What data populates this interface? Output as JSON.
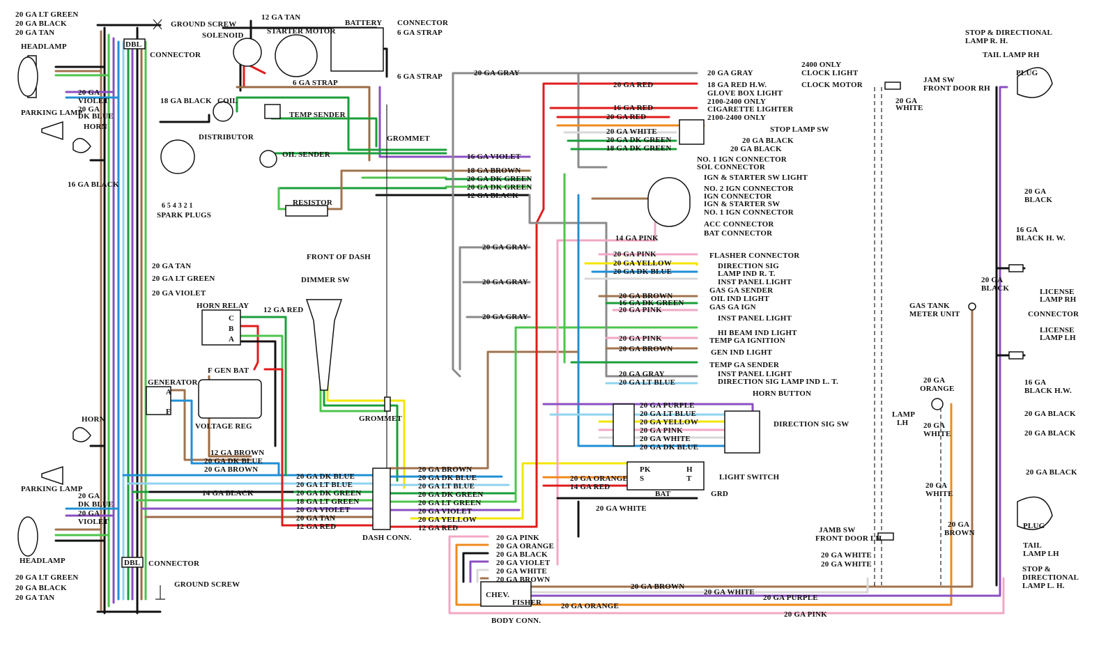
{
  "colors": {
    "black": "#111111",
    "red": "#e01b1b",
    "lt_green": "#4cc44c",
    "dk_green": "#1a9e3a",
    "dk_blue": "#1f8fd6",
    "lt_blue": "#8fd3ef",
    "violet": "#8a4fc2",
    "purple": "#8a4fc2",
    "tan": "#9b6b45",
    "brown": "#a0734e",
    "pink": "#f2a7c4",
    "yellow": "#f2e600",
    "orange": "#f08a1c",
    "gray": "#8a8a8a",
    "white": "#d8d8d8"
  },
  "components": {
    "headlamp_top": "HEADLAMP",
    "parking_lamp_top": "PARKING LAMP",
    "horn_top": "HORN",
    "dbl_top": "DBL",
    "connector_top": "CONNECTOR",
    "ground_screw_top": "GROUND SCREW",
    "solenoid": "SOLENOID",
    "starter_motor": "STARTER MOTOR",
    "battery": "BATTERY",
    "connector_batt": "CONNECTOR",
    "coil": "COIL",
    "distributor": "DISTRIBUTOR",
    "spark_plugs": "SPARK PLUGS",
    "spark_numbers": "6  5  4  3  2  1",
    "temp_sender": "TEMP SENDER",
    "oil_sender": "OIL SENDER",
    "resistor": "RESISTOR",
    "grommet_top": "GROMMET",
    "front_of_dash": "FRONT OF DASH",
    "dimmer_sw": "DIMMER SW",
    "horn_relay": "HORN RELAY",
    "relay_c": "C",
    "relay_b": "B",
    "relay_a": "A",
    "generator": "GENERATOR",
    "gen_a": "A",
    "gen_f": "F",
    "reg_terms": "F  GEN BAT",
    "voltage_reg": "VOLTAGE REG",
    "horn_bottom": "HORN",
    "parking_lamp_bottom": "PARKING LAMP",
    "headlamp_bottom": "HEADLAMP",
    "dbl_bottom": "DBL",
    "connector_bottom": "CONNECTOR",
    "ground_screw_bottom": "GROUND SCREW",
    "grommet_mid": "GROMMET",
    "dash_conn": "DASH CONN.",
    "light_switch": "LIGHT SWITCH",
    "ls_pk": "PK",
    "ls_s": "S",
    "ls_h": "H",
    "ls_t": "T",
    "ls_bat": "BAT",
    "ls_grd": "GRD",
    "direction_sig_sw": "DIRECTION SIG SW",
    "horn_button": "HORN BUTTON",
    "body_conn": "BODY CONN.",
    "chev": "CHEV.",
    "fisher": "FISHER",
    "stop_dir_rh": "STOP & DIRECTIONAL",
    "lamp_rh": "LAMP R. H.",
    "tail_lamp_rh": "TAIL LAMP RH",
    "plug_top": "PLUG",
    "jam_sw": "JAM SW",
    "front_door_rh": "FRONT DOOR RH",
    "license_lamp_rh_1": "LICENSE",
    "license_lamp_rh_2": "LAMP RH",
    "connector_right": "CONNECTOR",
    "license_lamp_lh_1": "LICENSE",
    "license_lamp_lh_2": "LAMP LH",
    "gas_tank_1": "GAS TANK",
    "gas_tank_2": "METER UNIT",
    "lamp_lh_1": "LAMP",
    "lamp_lh_2": "LH",
    "jamb_sw": "JAMB SW",
    "front_door_lh": "FRONT DOOR LH",
    "plug_bottom": "PLUG",
    "tail_lamp_lh_1": "TAIL",
    "tail_lamp_lh_2": "LAMP LH",
    "stop_dir_lh_1": "STOP &",
    "stop_dir_lh_2": "DIRECTIONAL",
    "stop_dir_lh_3": "LAMP L. H."
  },
  "wire_labels": {
    "tl_lt_green": "20 GA LT GREEN",
    "tl_black": "20 GA BLACK",
    "tl_tan": "20 GA TAN",
    "pk_violet_1": "20 GA",
    "pk_violet_2": "VIOLET",
    "pk_dkblue_1": "20 GA",
    "pk_dkblue_2": "DK BLUE",
    "horn_black": "16 GA BLACK",
    "coil_black": "18 GA BLACK",
    "batt_tan": "12 GA TAN",
    "strap1": "6 GA STRAP",
    "strap2": "6 GA STRAP",
    "strap3": "6 GA STRAP",
    "grommet_violet": "16 GA VIOLET",
    "grommet_brown": "18 GA BROWN",
    "grommet_dkgreen1": "20 GA DK GREEN",
    "grommet_dkgreen2": "20 GA DK GREEN",
    "grommet_black": "12 GA BLACK",
    "trunk_tan": "20 GA TAN",
    "trunk_ltgreen": "20 GA LT GREEN",
    "trunk_violet": "20 GA VIOLET",
    "relay_red": "12 GA RED",
    "reg_brown": "12 GA BROWN",
    "reg_dkblue": "20 GA DK BLUE",
    "reg_brown2": "20 GA BROWN",
    "dc_l_dkblue": "20 GA DK BLUE",
    "dc_l_ltblue": "20 GA LT BLUE",
    "dc_l_dkgreen": "20 GA DK GREEN",
    "dc_l_ltgreen": "18 GA LT GREEN",
    "dc_l_violet": "20 GA VIOLET",
    "dc_l_tan": "20 GA TAN",
    "dc_l_red": "12 GA RED",
    "dc_l_black": "14 GA BLACK",
    "pk2_dkblue_1": "20 GA",
    "pk2_dkblue_2": "DK BLUE",
    "pk2_violet_1": "20 GA",
    "pk2_violet_2": "VIOLET",
    "bl_ltgreen": "20 GA LT GREEN",
    "bl_black": "20 GA BLACK",
    "bl_tan": "20 GA TAN",
    "dc_r_brown": "20 GA BROWN",
    "dc_r_dkblue": "20 GA DK BLUE",
    "dc_r_ltblue": "20 GA LT BLUE",
    "dc_r_dkgreen": "20 GA DK GREEN",
    "dc_r_ltgreen": "20 GA LT GREEN",
    "dc_r_violet": "20 GA VIOLET",
    "dc_r_yellow": "20 GA YELLOW",
    "dc_r_red": "12 GA RED",
    "gray_top": "20 GA  GRAY",
    "gray_1": "20 GA GRAY",
    "gray_2": "20 GA GRAY",
    "gray_3": "20 GA GRAY",
    "ign_red": "20 GA RED",
    "ign_red16": "16 GA RED",
    "ign_red2": "20 GA RED",
    "ign_white": "20 GA WHITE",
    "ign_dkgreen1": "20 GA DK GREEN",
    "ign_dkgreen2": "18 GA DK GREEN",
    "ign_pink": "14 GA PINK",
    "r_gray": "20 GA GRAY",
    "r_redhw": "18 GA RED H.W.",
    "r_glove": "GLOVE BOX LIGHT",
    "r_2100a": "2100-2400 ONLY",
    "r_cig": "CIGARETTE LIGHTER",
    "r_2100b": "2100-2400 ONLY",
    "r_2400": "2400 ONLY",
    "r_clock_light": "CLOCK LIGHT",
    "r_clock_motor": "CLOCK MOTOR",
    "r_stop_sw": "STOP LAMP SW",
    "r_black1": "20 GA BLACK",
    "r_black2": "20 GA BLACK",
    "r_ign1": "NO. 1 IGN CONNECTOR",
    "r_sol": "SOL CONNECTOR",
    "r_ignstart": "IGN & STARTER SW LIGHT",
    "r_ign2": "NO. 2 IGN CONNECTOR",
    "r_ign": "IGN CONNECTOR",
    "r_ignsw": "IGN & STARTER SW",
    "r_ign1b": "NO. 1 IGN CONNECTOR",
    "r_acc": "ACC CONNECTOR",
    "r_bat": "BAT CONNECTOR",
    "c_pink": "20 GA PINK",
    "c_yellow": "20 GA YELLOW",
    "c_dkblue": "20 GA DK BLUE",
    "c_brown": "20 GA BROWN",
    "c_dkgreen": "16 GA DK GREEN",
    "c_pink2": "20 GA PINK",
    "c_pink3": "20 GA PINK",
    "c_brown2": "20 GA BROWN",
    "c_gray": "20 GA GRAY",
    "c_ltblue": "20 GA LT BLUE",
    "i_flasher": "FLASHER CONNECTOR",
    "i_dirsig_rt1": "DIRECTION SIG",
    "i_dirsig_rt2": "LAMP IND R. T.",
    "i_inst1": "INST PANEL LIGHT",
    "i_gas": "GAS GA SENDER",
    "i_oil": "OIL IND LIGHT",
    "i_gasign": "GAS GA IGN",
    "i_inst2": "INST PANEL LIGHT",
    "i_hibeam": "HI BEAM IND LIGHT",
    "i_temp": "TEMP GA IGNITION",
    "i_gen": "GEN IND LIGHT",
    "i_tempsend": "TEMP GA SENDER",
    "i_inst3": "INST PANEL LIGHT",
    "i_dirsig_lt": "DIRECTION SIG LAMP IND L. T.",
    "ds_purple": "20 GA PURPLE",
    "ds_ltblue": "20 GA LT BLUE",
    "ds_yellow": "20 GA YELLOW",
    "ds_pink": "20 GA PINK",
    "ds_white": "20 GA WHITE",
    "ds_dkblue": "20 GA DK BLUE",
    "ls_orange": "20 GA ORANGE",
    "ls_red": "14 GA RED",
    "ls_white": "20 GA WHITE",
    "bc_pink": "20 GA PINK",
    "bc_orange": "20 GA ORANGE",
    "bc_black": "20 GA BLACK",
    "bc_violet": "20 GA VIOLET",
    "bc_white": "20 GA WHITE",
    "bc_brown": "20 GA BROWN",
    "bot_brown": "20 GA BROWN",
    "bot_white": "20 GA WHITE",
    "bot_purple": "20 GA PURPLE",
    "bot_orange": "20 GA ORANGE",
    "bot_pink": "20 GA PINK",
    "jam_white_1": "20 GA",
    "jam_white_2": "WHITE",
    "rr_black1_1": "20 GA",
    "rr_black1_2": "BLACK",
    "rr_blackhw_1": "16 GA",
    "rr_blackhw_2": "BLACK H. W.",
    "rr_black2_1": "20 GA",
    "rr_black2_2": "BLACK",
    "rr_blackhw2_1": "16 GA",
    "rr_blackhw2_2": "BLACK H.W.",
    "rr_black3": "20 GA BLACK",
    "rr_black4": "20 GA BLACK",
    "rr_black5": "20 GA BLACK",
    "rl_orange_1": "20 GA",
    "rl_orange_2": "ORANGE",
    "rl_white_1": "20 GA",
    "rl_white_2": "WHITE",
    "rl_white2_1": "20 GA",
    "rl_white2_2": "WHITE",
    "rl_brown_1": "20 GA",
    "rl_brown_2": "BROWN",
    "jamb_white1": "20 GA WHITE",
    "jamb_white2": "20 GA WHITE"
  }
}
